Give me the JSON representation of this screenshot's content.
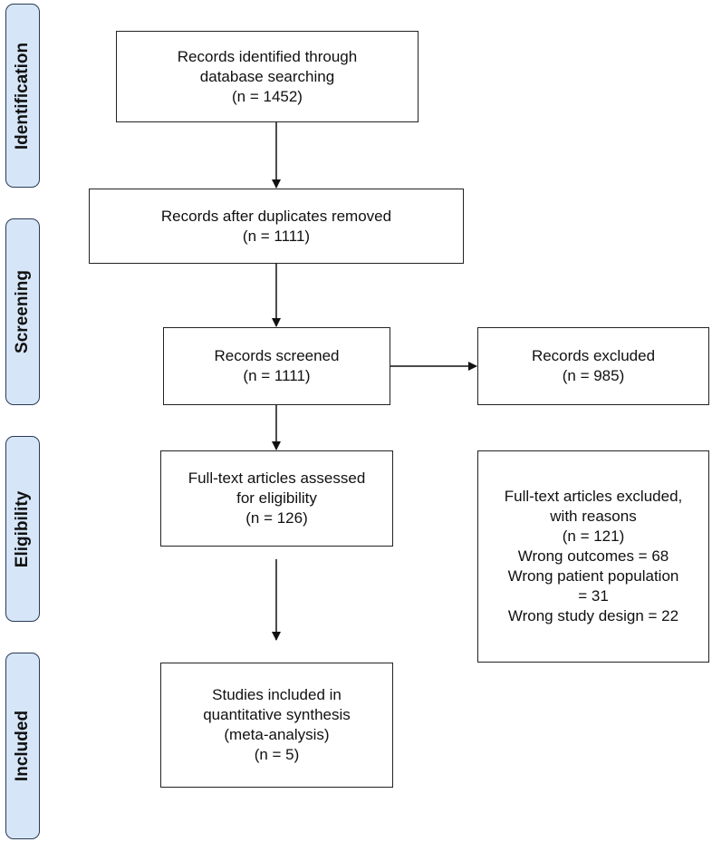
{
  "stages": [
    {
      "id": "identification",
      "label": "Identification"
    },
    {
      "id": "screening",
      "label": "Screening"
    },
    {
      "id": "eligibility",
      "label": "Eligibility"
    },
    {
      "id": "included",
      "label": "Included"
    }
  ],
  "boxes": {
    "identified": {
      "lines": [
        "Records identified through",
        "database searching",
        "(n = 1452)"
      ]
    },
    "deduplicated": {
      "lines": [
        "Records after duplicates removed",
        "(n = 1111)"
      ]
    },
    "screened": {
      "lines": [
        "Records screened",
        "(n = 1111)"
      ]
    },
    "excluded": {
      "lines": [
        "Records excluded",
        "(n = 985)"
      ]
    },
    "fulltext": {
      "lines": [
        "Full-text articles assessed",
        "for eligibility",
        "(n = 126)"
      ]
    },
    "fulltext_excluded": {
      "lines": [
        "Full-text articles excluded,",
        "with reasons",
        "(n = 121)",
        "Wrong outcomes = 68",
        "Wrong patient population",
        "= 31",
        "Wrong study design = 22"
      ]
    },
    "included": {
      "lines": [
        "Studies included in",
        "quantitative synthesis",
        "(meta-analysis)",
        "(n = 5)"
      ]
    }
  },
  "colors": {
    "stage_fill": "#d6e6f8",
    "stage_border": "#2b3a55",
    "box_border": "#222222",
    "arrow": "#111111"
  }
}
